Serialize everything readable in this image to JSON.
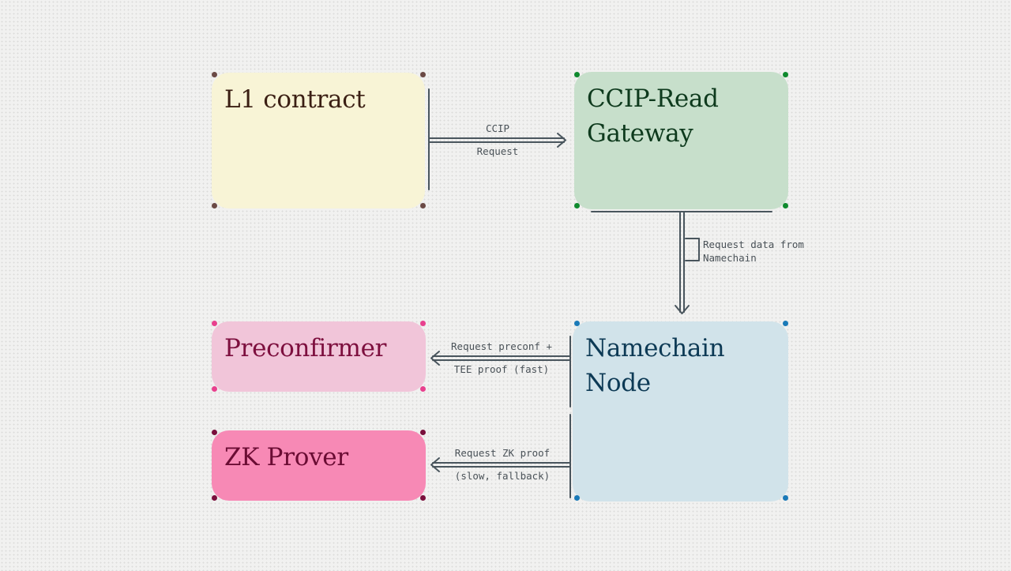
{
  "nodes": {
    "l1_contract": {
      "label": "L1 contract"
    },
    "ccip_gateway": {
      "label": "CCIP-Read\nGateway"
    },
    "namechain_node": {
      "label": "Namechain\nNode"
    },
    "preconfirmer": {
      "label": "Preconfirmer"
    },
    "zk_prover": {
      "label": "ZK Prover"
    }
  },
  "edges": {
    "ccip_request": {
      "line1": "CCIP",
      "line2": "Request"
    },
    "request_data": {
      "line1": "Request data from",
      "line2": "Namechain"
    },
    "request_preconf": {
      "line1": "Request preconf +",
      "line2": "TEE proof (fast)"
    },
    "request_zk": {
      "line1": "Request ZK proof",
      "line2": "(slow, fallback)"
    }
  },
  "colors": {
    "l1_box": "#f8f4d6",
    "gateway_box": "#c7dfcb",
    "namechain_box": "#d1e3ea",
    "preconfirmer_box": "#f1c5d9",
    "zk_box": "#f789b5",
    "arrow": "#49555d"
  }
}
